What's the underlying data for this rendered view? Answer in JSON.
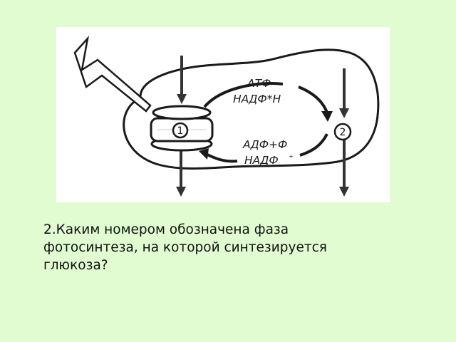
{
  "diagram": {
    "top_label_line1": "АТФ",
    "top_label_line2": "НАДФ*Н",
    "bottom_label_line1": "АДФ+Ф",
    "bottom_label_line2": "НАДФ",
    "bottom_label_line2_sup": "+",
    "phase_1": "1",
    "phase_2": "2"
  },
  "question": {
    "line1": "2.Каким номером обозначена фаза",
    "line2": "фотосинтеза, на которой синтезируется",
    "line3": "глюкоза?"
  }
}
